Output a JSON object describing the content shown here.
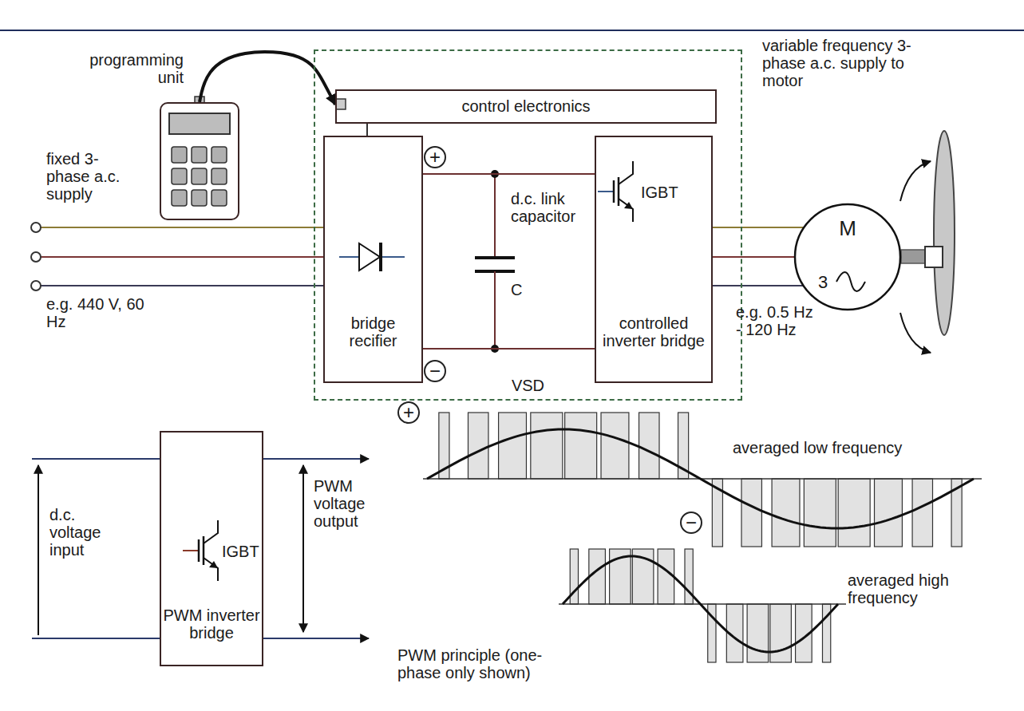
{
  "diagram": {
    "nodes": [
      {
        "text": [
          "programming unit"
        ]
      },
      {
        "text": [
          "VSD"
        ]
      },
      {
        "text": [
          "control electronics"
        ],
        "in": 1
      },
      {
        "text": [
          "bridge recifier"
        ],
        "in": 1
      },
      {
        "text": [
          "IGBT",
          "controlled inverter bridge"
        ],
        "in": 1
      },
      {
        "text": [
          "M",
          "3"
        ]
      },
      {
        "text": [
          "IGBT",
          "PWM inverter bridge"
        ]
      }
    ],
    "edges": [
      {
        "from": 0,
        "to": 2,
        "arrow": "to"
      },
      {
        "from": 2,
        "to": 3,
        "arrow": "none"
      },
      {
        "from": 3,
        "to": 4,
        "arrow": "none"
      },
      {
        "from": 3,
        "to": 4,
        "arrow": "none"
      },
      {
        "from": 4,
        "to": 5,
        "arrow": "none"
      },
      {
        "from": 4,
        "to": 5,
        "arrow": "none"
      },
      {
        "from": 4,
        "to": 5,
        "arrow": "none"
      }
    ],
    "labels": [
      "fixed 3-phase a.c. supply",
      "e.g. 440 V, 60 Hz",
      "+",
      "−",
      "d.c. link capacitor",
      "C",
      "variable frequency 3-phase a.c. supply to motor",
      "e.g. 0.5 Hz - 120 Hz",
      "d.c. voltage input",
      "PWM voltage output",
      "+",
      "averaged low frequency",
      "−",
      "averaged high frequency",
      "PWM principle (one-phase only shown)"
    ]
  }
}
